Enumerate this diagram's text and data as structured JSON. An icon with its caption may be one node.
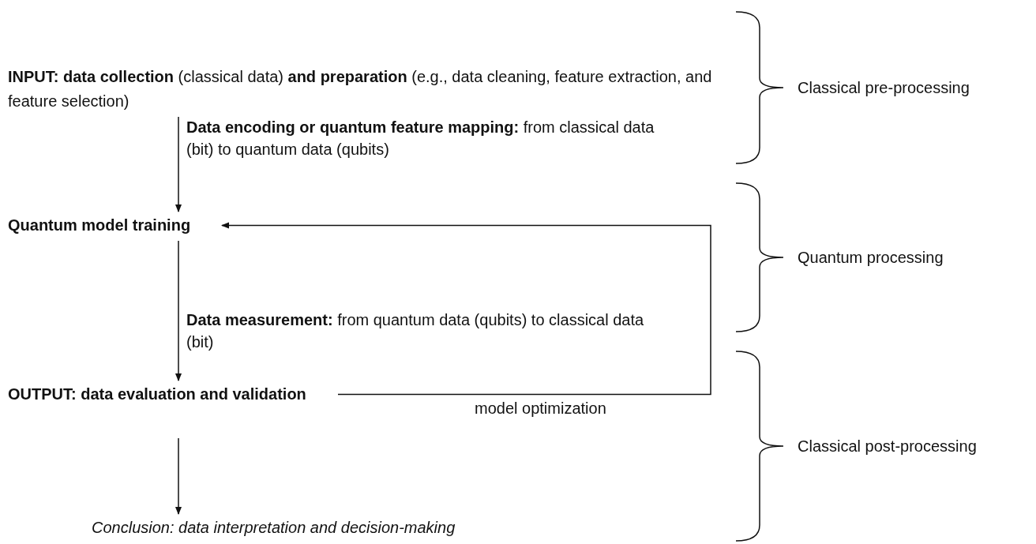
{
  "diagram": {
    "nodes": [
      {
        "text": [
          "**INPUT: data collection** (classical data) **and preparation** (e.g., data cleaning, feature extraction, and feature selection)"
        ]
      },
      {
        "text": [
          "Quantum model training"
        ]
      },
      {
        "text": [
          "OUTPUT: data evaluation and validation"
        ]
      },
      {
        "text": [
          "Conclusion: data interpretation and decision-making"
        ]
      }
    ],
    "edges": [
      {
        "from": 0,
        "to": 1,
        "arrow": "to",
        "label": "**Data encoding or quantum feature mapping:** from classical data (bit) to quantum data (qubits)"
      },
      {
        "from": 1,
        "to": 2,
        "arrow": "to",
        "label": "**Data measurement:** from quantum data (qubits) to classical data (bit)"
      },
      {
        "from": 2,
        "to": 1,
        "arrow": "to",
        "label": "model optimization"
      },
      {
        "from": 2,
        "to": 3,
        "arrow": "to"
      }
    ],
    "labels": [
      "Classical pre-processing",
      "Quantum processing",
      "Classical post-processing"
    ]
  }
}
